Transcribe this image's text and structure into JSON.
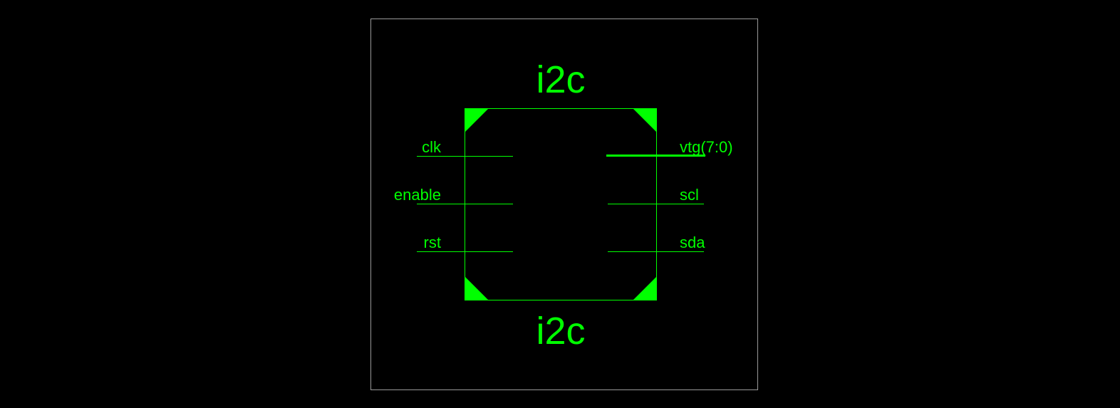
{
  "colors": {
    "background": "#000000",
    "foreground": "#00ff00",
    "frame": "#9a9a9a"
  },
  "symbol": {
    "top_label": "i2c",
    "bottom_label": "i2c",
    "inputs": [
      "clk",
      "enable",
      "rst"
    ],
    "outputs": [
      {
        "name": "vtg(7:0)",
        "bus": true
      },
      {
        "name": "scl",
        "bus": false
      },
      {
        "name": "sda",
        "bus": false
      }
    ]
  }
}
